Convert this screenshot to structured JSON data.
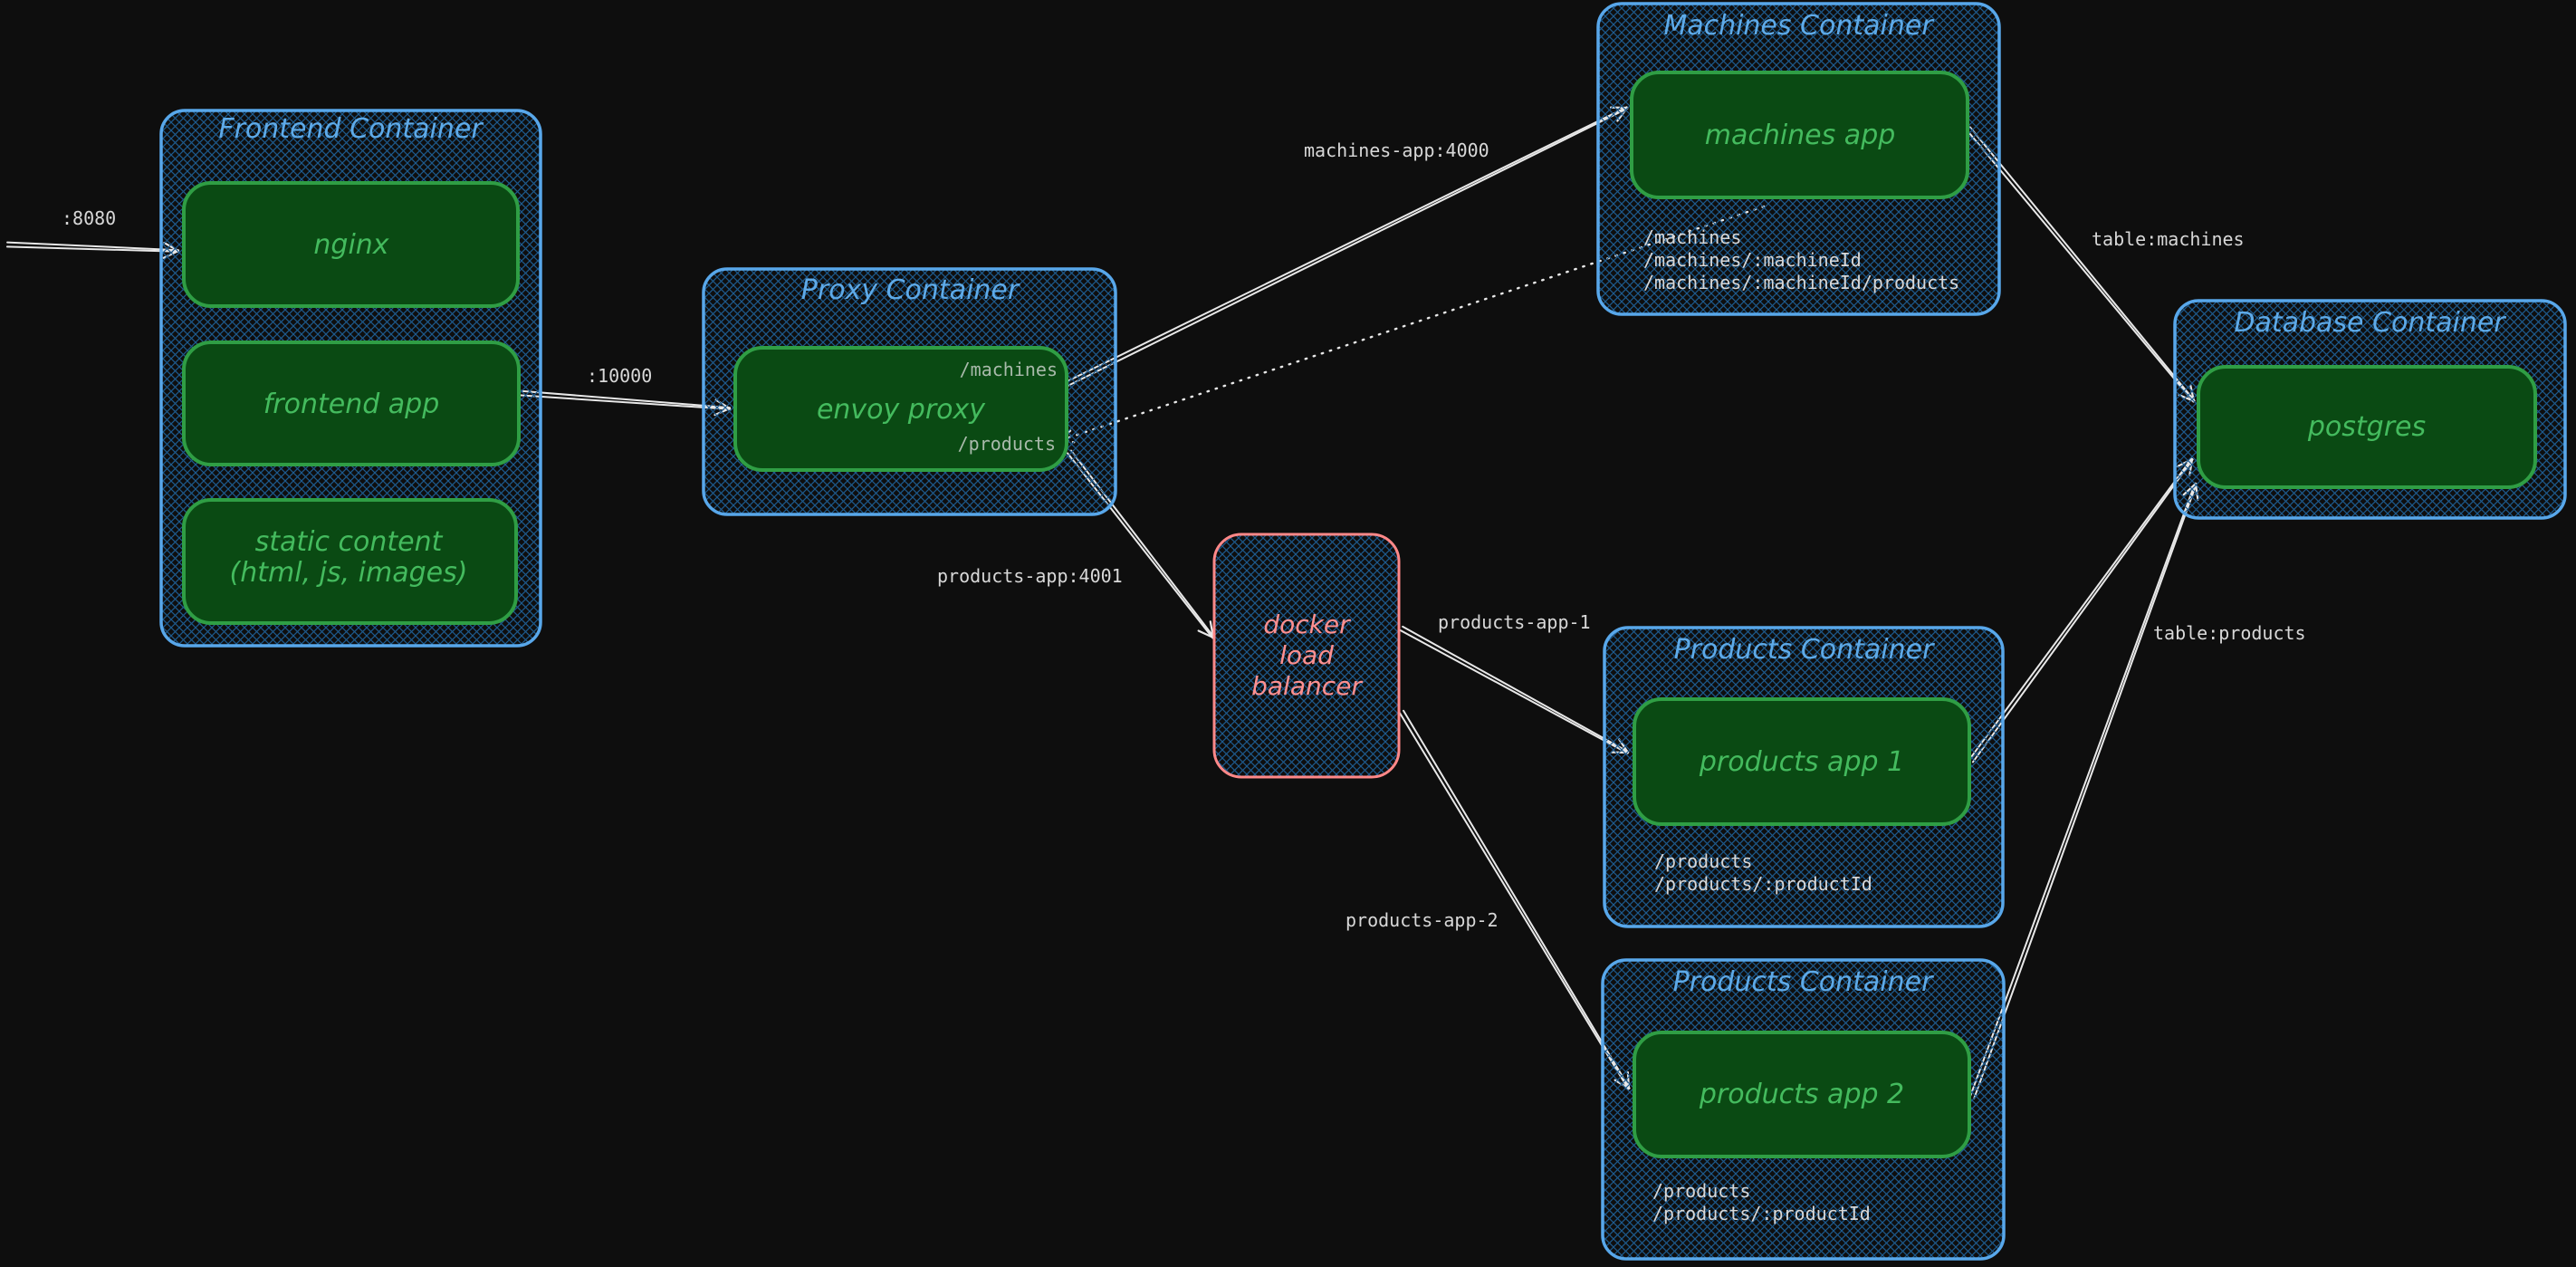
{
  "diagram": {
    "frontend": {
      "title": "Frontend Container",
      "nginx": "nginx",
      "app": "frontend app",
      "static_line1": "static content",
      "static_line2": "(html, js, images)"
    },
    "proxy": {
      "title": "Proxy Container",
      "app": "envoy proxy",
      "route_machines": "/machines",
      "route_products": "/products"
    },
    "machines": {
      "title": "Machines Container",
      "app": "machines app",
      "routes": [
        "/machines",
        "/machines/:machineId",
        "/machines/:machineId/products"
      ]
    },
    "products1": {
      "title": "Products Container",
      "app": "products app 1",
      "routes": [
        "/products",
        "/products/:productId"
      ]
    },
    "products2": {
      "title": "Products Container",
      "app": "products app 2",
      "routes": [
        "/products",
        "/products/:productId"
      ]
    },
    "database": {
      "title": "Database Container",
      "app": "postgres"
    },
    "load_balancer": {
      "line1": "docker",
      "line2": "load",
      "line3": "balancer"
    },
    "edge_labels": {
      "ext_port": ":8080",
      "proxy_port": ":10000",
      "machines_app": "machines-app:4000",
      "products_app": "products-app:4001",
      "products_app_1": "products-app-1",
      "products_app_2": "products-app-2",
      "table_machines": "table:machines",
      "table_products": "table:products"
    },
    "colors": {
      "container_stroke": "#58a7ea",
      "container_title": "#5eaae8",
      "hatch": "#1d5a8d",
      "app_fill": "#0a4a13",
      "app_stroke": "#2f9e44",
      "app_text": "#44bb5e",
      "lb_stroke": "#ff8888",
      "lb_text": "#ff9090",
      "arrow": "#e8e8e8",
      "mono_label": "#d8d8d8",
      "inner_route": "#a9baab"
    }
  }
}
